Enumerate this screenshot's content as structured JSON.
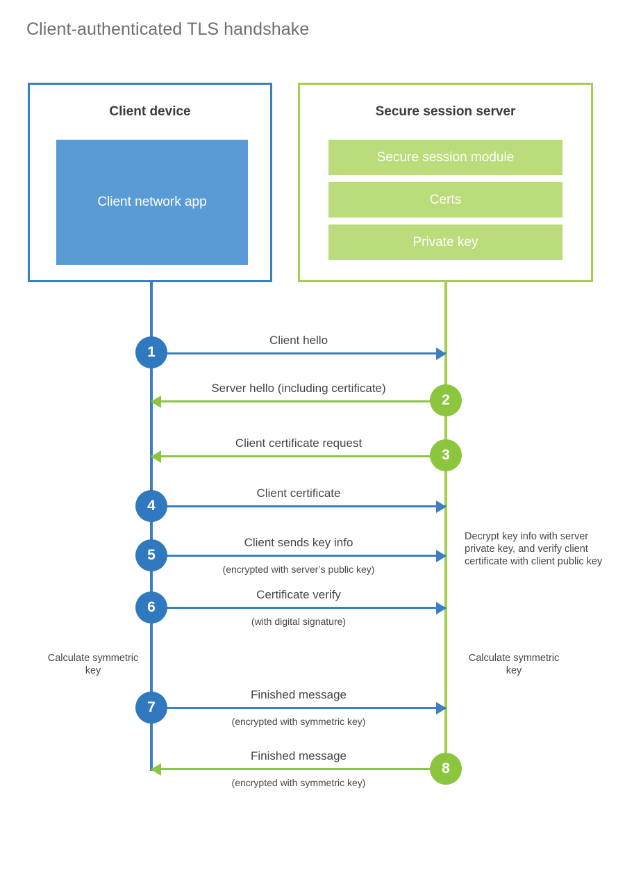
{
  "title": "Client-authenticated TLS handshake",
  "colors": {
    "client_border": "#3c7fc0",
    "client_fill": "#5b9bd5",
    "client_badge": "#3079be",
    "server_border": "#a4ce4e",
    "server_fill": "#badc7b",
    "server_badge": "#8cc63f",
    "title_text": "#6f6f6f",
    "body_text": "#45464a"
  },
  "client": {
    "title": "Client device",
    "app_label": "Client network app"
  },
  "server": {
    "title": "Secure session server",
    "blocks": [
      {
        "label": "Secure session module"
      },
      {
        "label": "Certs"
      },
      {
        "label": "Private key"
      }
    ]
  },
  "messages": [
    {
      "step": "1",
      "label": "Client hello",
      "sub": "",
      "direction": "to-server"
    },
    {
      "step": "2",
      "label": "Server hello (including certificate)",
      "sub": "",
      "direction": "to-client"
    },
    {
      "step": "3",
      "label": "Client certificate request",
      "sub": "",
      "direction": "to-client"
    },
    {
      "step": "4",
      "label": "Client certificate",
      "sub": "",
      "direction": "to-server"
    },
    {
      "step": "5",
      "label": "Client sends key info",
      "sub": "(encrypted with server’s public key)",
      "direction": "to-server"
    },
    {
      "step": "6",
      "label": "Certificate verify",
      "sub": "(with digital signature)",
      "direction": "to-server"
    },
    {
      "step": "7",
      "label": "Finished message",
      "sub": "(encrypted with symmetric key)",
      "direction": "to-server"
    },
    {
      "step": "8",
      "label": "Finished message",
      "sub": "(encrypted with symmetric key)",
      "direction": "to-client"
    }
  ],
  "annotations": {
    "server_decrypt": "Decrypt key info with server private key, and verify client certificate with client public key",
    "client_calculate": "Calculate symmetric key",
    "server_calculate": "Calculate symmetric key"
  }
}
